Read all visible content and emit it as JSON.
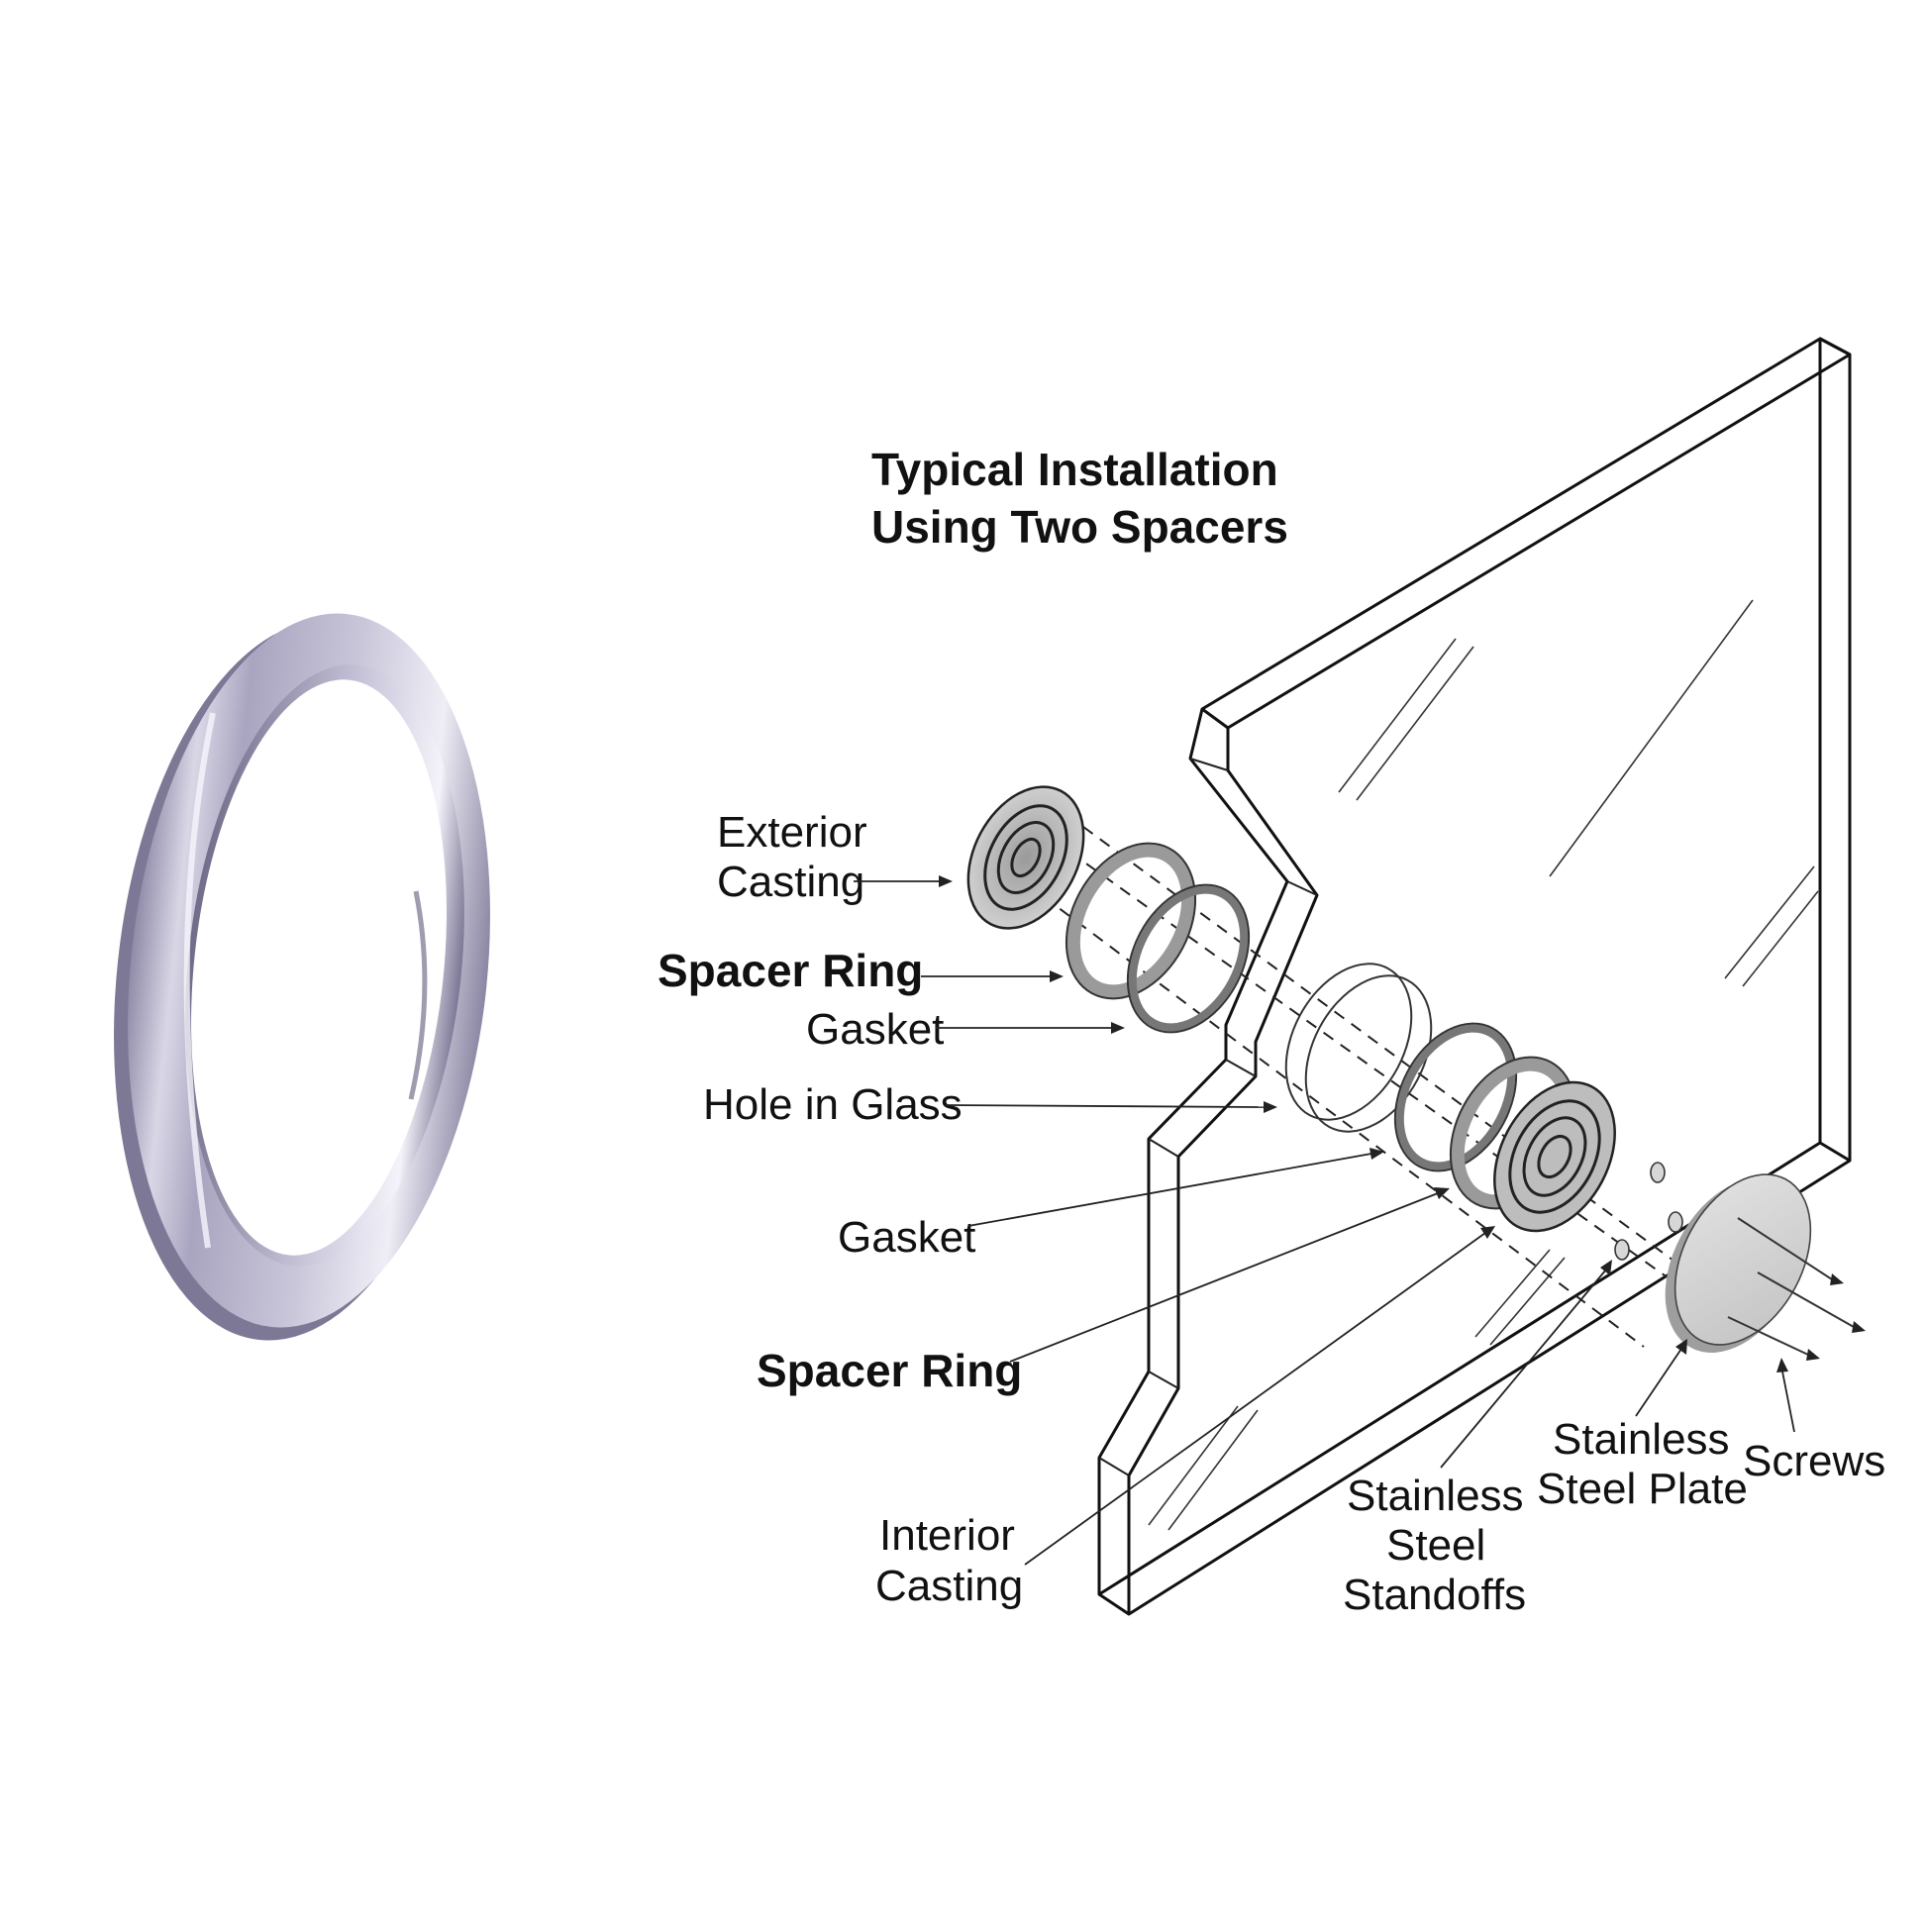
{
  "title": {
    "line1": "Typical Installation",
    "line2": "Using Two Spacers"
  },
  "labels": {
    "exterior_casting_1": "Exterior",
    "exterior_casting_2": "Casting",
    "spacer_ring_top": "Spacer Ring",
    "gasket_top": "Gasket",
    "hole_in_glass": "Hole in Glass",
    "gasket_bottom": "Gasket",
    "spacer_ring_bottom": "Spacer Ring",
    "interior_casting_1": "Interior",
    "interior_casting_2": "Casting",
    "standoffs_1": "Stainless",
    "standoffs_2": "Steel",
    "standoffs_3": "Standoffs",
    "plate_1": "Stainless",
    "plate_2": "Steel Plate",
    "screws": "Screws"
  },
  "colors": {
    "ring_light": "#e4e2ee",
    "ring_mid": "#a8a4bf",
    "ring_dark": "#6c6885",
    "line": "#111111",
    "part_gray": "#cfcfcf"
  }
}
